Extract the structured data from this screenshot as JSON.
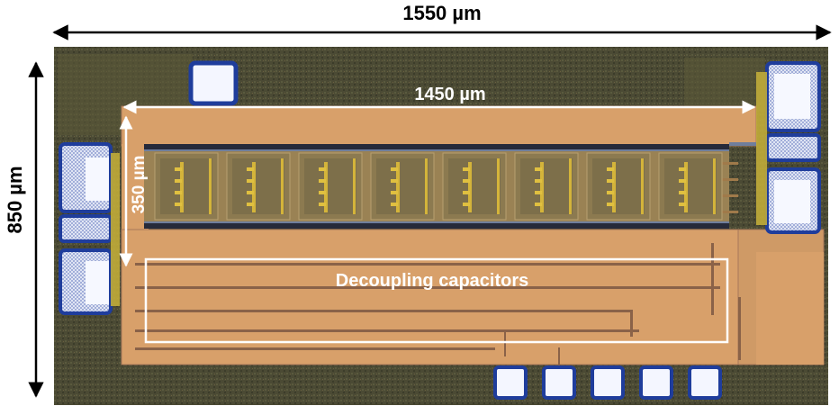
{
  "labels": {
    "width_total": "1550 µm",
    "height_total": "850 µm",
    "width_inner": "1450 µm",
    "height_inner": "350 µm",
    "decoupling": "Decoupling capacitors"
  },
  "colors": {
    "substrate": "#4b4a34",
    "substrate_dark": "#3a3a2a",
    "metal": "#d8a06a",
    "metal_light": "#e2b07a",
    "metal_edge": "#a9785a",
    "trace_dark": "#262a3a",
    "trace_blue": "#6f7e9c",
    "pad_blue": "#1f3d9c",
    "pad_fill": "#eef2ff",
    "gold": "#c8b23a",
    "highlight_box": "#ffffff",
    "arrow": "#000000"
  },
  "icons": {
    "bond_pad": "square-pad-icon",
    "arrow": "double-headed-arrow-icon"
  }
}
